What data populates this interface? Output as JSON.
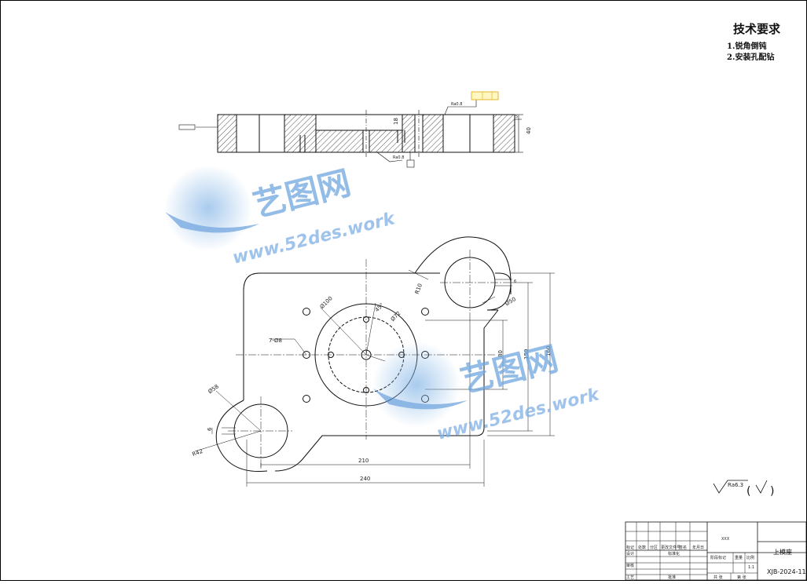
{
  "requirements": {
    "title": "技术要求",
    "items": [
      "1.锐角倒钝",
      "2.安装孔配钻"
    ]
  },
  "watermark": {
    "brand": "艺图网",
    "url": "www.52des.work"
  },
  "front_view": {
    "dim_18": "18",
    "dim_40": "40",
    "dim_5": "5",
    "surface_note": "Ra0.8"
  },
  "plan_view": {
    "dim_210": "210",
    "dim_240": "240",
    "dim_150": "150",
    "dim_160": "160",
    "dim_80": "80",
    "dim_6_left": "6",
    "dim_6_right": "6",
    "dia_100": "Ø100",
    "dia_72": "Ø72",
    "dia_58": "Ø58",
    "dia_50": "Ø50",
    "r42": "R42",
    "r10": "R10",
    "angle_45": "45°",
    "hole_note": "7-Ø8"
  },
  "surface_finish": {
    "label": "Ra6.3",
    "paren_open": "(",
    "paren_close": ")"
  },
  "title_block": {
    "company": "XXX",
    "part_name": "上模座",
    "drawing_no": "XJB-2024-11",
    "scale": "1:1",
    "labels": {
      "mark": "标记",
      "count": "处数",
      "zone": "分区",
      "change_doc": "更改文件号",
      "sign": "签名",
      "date": "年月日",
      "design": "设计",
      "standard": "标准化",
      "review": "审核",
      "process": "工艺",
      "approve": "批准",
      "stage_mark": "阶段标记",
      "weight": "重量",
      "ratio": "比例",
      "sheets": "共 张",
      "sheet_no": "第 张"
    }
  }
}
